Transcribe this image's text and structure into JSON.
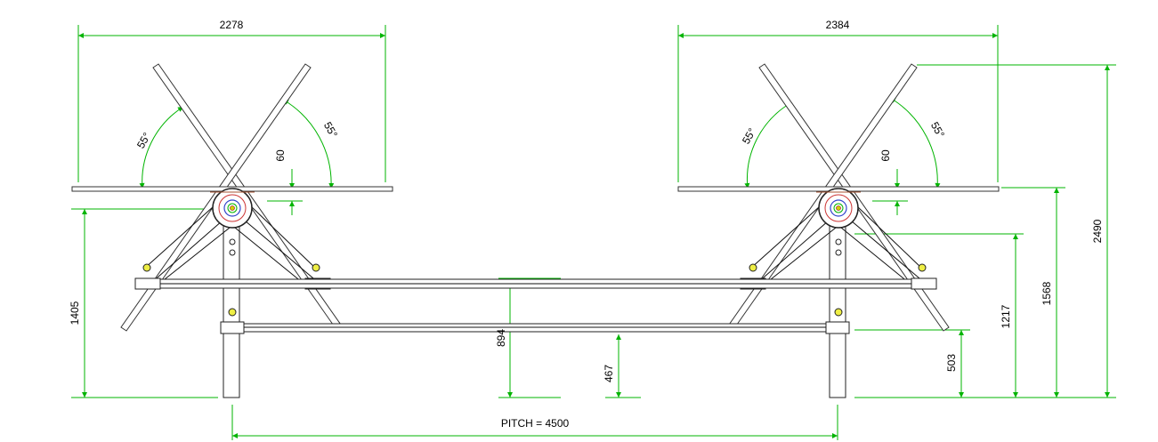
{
  "dimensions": {
    "left_span": "2278",
    "right_span": "2384",
    "left_angle_a": "55°",
    "left_angle_b": "55°",
    "right_angle_a": "55°",
    "right_angle_b": "55°",
    "left_offset": "60",
    "right_offset": "60",
    "left_height": "1405",
    "center_height": "894",
    "lower_beam_height": "467",
    "right_small_height": "503",
    "right_mid_height": "1217",
    "right_pivot_height": "1568",
    "overall_height": "2490",
    "pitch": "PITCH = 4500"
  },
  "colors": {
    "dimension_lines": "#00b400",
    "geometry": "#111111",
    "background": "#ffffff",
    "pivot_marker": "#d0d000"
  }
}
